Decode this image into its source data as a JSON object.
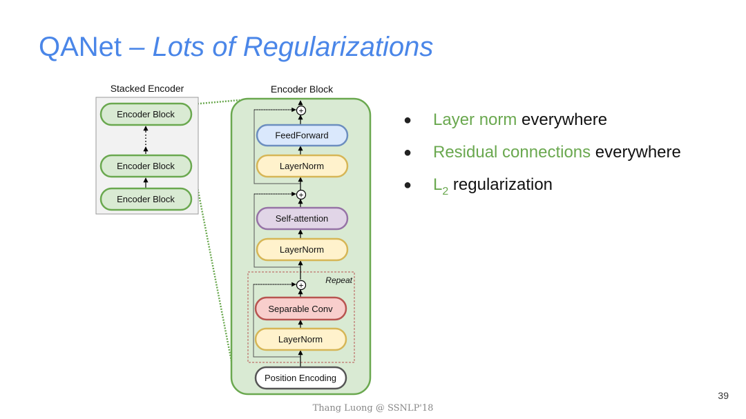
{
  "slide": {
    "title_main": "QANet",
    "title_dash": " – ",
    "title_italic": "Lots of Regularizations",
    "page_number": "39",
    "footer": "Thang Luong  @ SSNLP'18"
  },
  "bullets": [
    {
      "green": "Layer norm",
      "rest": " everywhere"
    },
    {
      "green": "Residual connections",
      "rest": " everywhere"
    },
    {
      "green": "L",
      "sub": "2",
      "rest": " regularization"
    }
  ],
  "diagram": {
    "stacked_encoder": {
      "title": "Stacked Encoder",
      "blocks": [
        "Encoder Block",
        "Encoder Block",
        "Encoder Block"
      ]
    },
    "encoder_block": {
      "title": "Encoder Block",
      "repeat_label": "Repeat",
      "plus": "+",
      "layers": {
        "feedforward": "FeedForward",
        "layernorm_top": "LayerNorm",
        "self_attention": "Self-attention",
        "layernorm_mid": "LayerNorm",
        "separable_conv": "Separable Conv",
        "layernorm_bottom": "LayerNorm",
        "position_encoding": "Position Encoding"
      }
    },
    "colors": {
      "block_green_fill": "#d9ead3",
      "block_green_stroke": "#6aa84f",
      "feedforward_fill": "#dae8fc",
      "feedforward_stroke": "#6c8ebf",
      "layernorm_fill": "#fff2cc",
      "layernorm_stroke": "#d6b656",
      "self_attention_fill": "#e1d5e7",
      "self_attention_stroke": "#9673a6",
      "separable_conv_fill": "#f8cecc",
      "separable_conv_stroke": "#b85450",
      "position_encoding_fill": "#ffffff",
      "position_encoding_stroke": "#555555",
      "repeat_border": "#b85450"
    }
  }
}
